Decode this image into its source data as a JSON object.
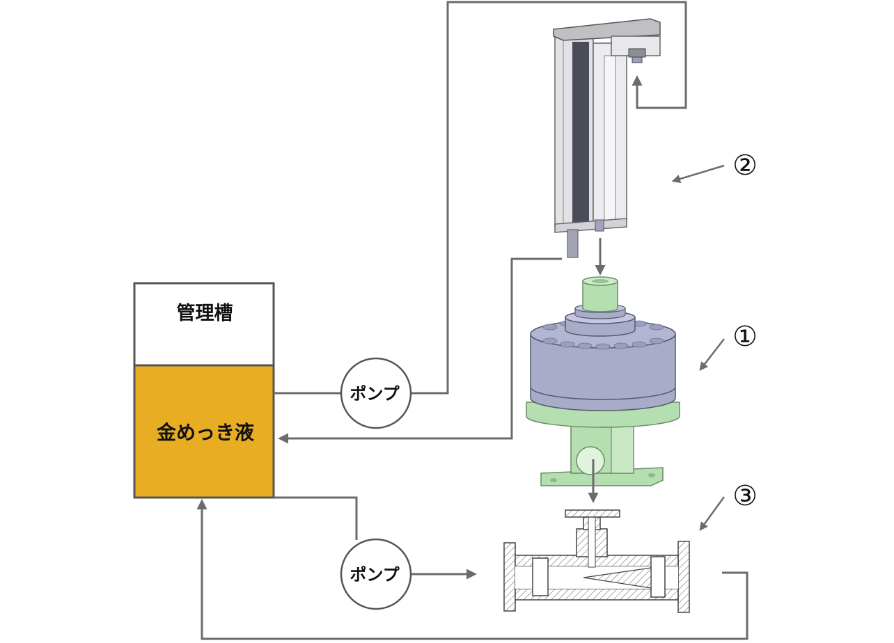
{
  "tank": {
    "title": "管理槽",
    "liquid": "金めっき液"
  },
  "pumps": [
    {
      "label": "ポンプ"
    },
    {
      "label": "ポンプ"
    }
  ],
  "callouts": [
    {
      "number": "②"
    },
    {
      "number": "①"
    },
    {
      "number": "③"
    }
  ],
  "colors": {
    "line": "#6b6b6b",
    "outline": "#555555",
    "liquid": "#E8AD22",
    "component_green": "#B5DFB0",
    "component_violet": "#B3B6D2",
    "device_gray": "#E2E2E6",
    "device_dark": "#4A4C5A"
  }
}
